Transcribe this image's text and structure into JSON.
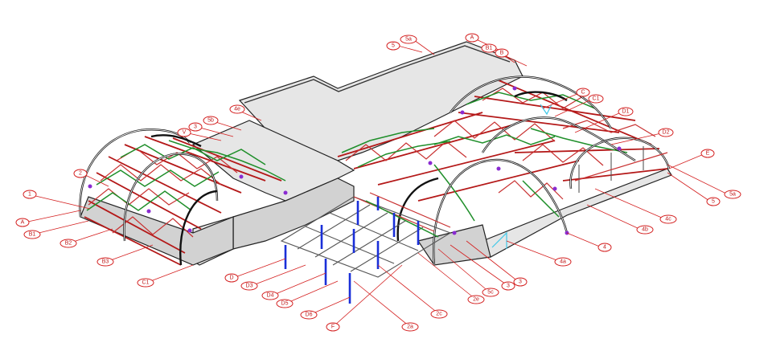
{
  "drawing": {
    "labels": [
      {
        "id": "lbl-5a-top",
        "text": "5a"
      },
      {
        "id": "lbl-A-top",
        "text": "A"
      },
      {
        "id": "lbl-5-top",
        "text": "5"
      },
      {
        "id": "lbl-B1-top",
        "text": "B1"
      },
      {
        "id": "lbl-B-top",
        "text": "B"
      },
      {
        "id": "lbl-C",
        "text": "C"
      },
      {
        "id": "lbl-C1",
        "text": "C1"
      },
      {
        "id": "lbl-D1",
        "text": "D1"
      },
      {
        "id": "lbl-D2",
        "text": "D2"
      },
      {
        "id": "lbl-E-right",
        "text": "E"
      },
      {
        "id": "lbl-5a-right",
        "text": "5a"
      },
      {
        "id": "lbl-5-right",
        "text": "5"
      },
      {
        "id": "lbl-4c",
        "text": "4c"
      },
      {
        "id": "lbl-4b",
        "text": "4b"
      },
      {
        "id": "lbl-4",
        "text": "4"
      },
      {
        "id": "lbl-4a",
        "text": "4a"
      },
      {
        "id": "lbl-4e",
        "text": "4e"
      },
      {
        "id": "lbl-5b",
        "text": "5b"
      },
      {
        "id": "lbl-3",
        "text": "3"
      },
      {
        "id": "lbl-V",
        "text": "V"
      },
      {
        "id": "lbl-2",
        "text": "2"
      },
      {
        "id": "lbl-1",
        "text": "1"
      },
      {
        "id": "lbl-A-left",
        "text": "A"
      },
      {
        "id": "lbl-B1-left",
        "text": "B1"
      },
      {
        "id": "lbl-B2",
        "text": "B2"
      },
      {
        "id": "lbl-B3",
        "text": "B3"
      },
      {
        "id": "lbl-C1-left",
        "text": "C1"
      },
      {
        "id": "lbl-D",
        "text": "D"
      },
      {
        "id": "lbl-D3",
        "text": "D3"
      },
      {
        "id": "lbl-D4",
        "text": "D4"
      },
      {
        "id": "lbl-D5",
        "text": "D5"
      },
      {
        "id": "lbl-D6",
        "text": "D6"
      },
      {
        "id": "lbl-F",
        "text": "F"
      },
      {
        "id": "lbl-2a",
        "text": "2a"
      },
      {
        "id": "lbl-2c",
        "text": "2c"
      },
      {
        "id": "lbl-2e",
        "text": "2e"
      },
      {
        "id": "lbl-5c",
        "text": "5c"
      },
      {
        "id": "lbl-3-bottom",
        "text": "3"
      },
      {
        "id": "lbl-3-bottom2",
        "text": "3"
      }
    ],
    "colors": {
      "beam_red": "#b41818",
      "purlin_green": "#1f8f2a",
      "column_blue": "#1a2fd8",
      "brace_cyan": "#3fc8e8",
      "bubble_red": "#d42020"
    }
  }
}
